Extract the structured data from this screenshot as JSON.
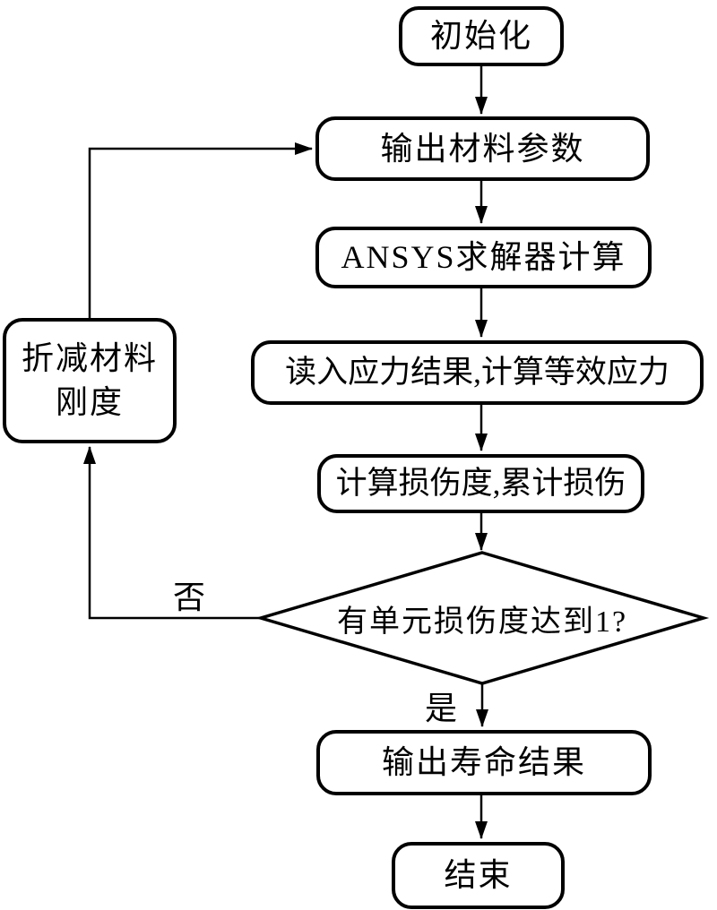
{
  "flowchart": {
    "nodes": {
      "init": {
        "label": "初始化",
        "shape": "rounded-rect"
      },
      "output_material_params": {
        "label": "输出材料参数",
        "shape": "rounded-rect"
      },
      "ansys_solver": {
        "label": "ANSYS求解器计算",
        "shape": "rounded-rect"
      },
      "read_stress": {
        "label": "读入应力结果,计算等效应力",
        "shape": "rounded-rect"
      },
      "compute_damage": {
        "label": "计算损伤度,累计损伤",
        "shape": "rounded-rect"
      },
      "decision": {
        "label": "有单元损伤度达到1?",
        "shape": "diamond"
      },
      "reduce_stiffness": {
        "label": "折减材料刚度",
        "shape": "rounded-rect"
      },
      "output_life": {
        "label": "输出寿命结果",
        "shape": "rounded-rect"
      },
      "end": {
        "label": "结束",
        "shape": "rounded-rect"
      }
    },
    "edge_labels": {
      "no": "否",
      "yes": "是"
    },
    "edges": [
      {
        "from": "init",
        "to": "output_material_params"
      },
      {
        "from": "output_material_params",
        "to": "ansys_solver"
      },
      {
        "from": "ansys_solver",
        "to": "read_stress"
      },
      {
        "from": "read_stress",
        "to": "compute_damage"
      },
      {
        "from": "compute_damage",
        "to": "decision"
      },
      {
        "from": "decision",
        "to": "output_life",
        "label": "是"
      },
      {
        "from": "decision",
        "to": "reduce_stiffness",
        "label": "否"
      },
      {
        "from": "reduce_stiffness",
        "to": "output_material_params"
      },
      {
        "from": "output_life",
        "to": "end"
      }
    ],
    "colors": {
      "stroke": "#000000",
      "node_fill": "#ffffff",
      "background": "#ffffff"
    }
  }
}
